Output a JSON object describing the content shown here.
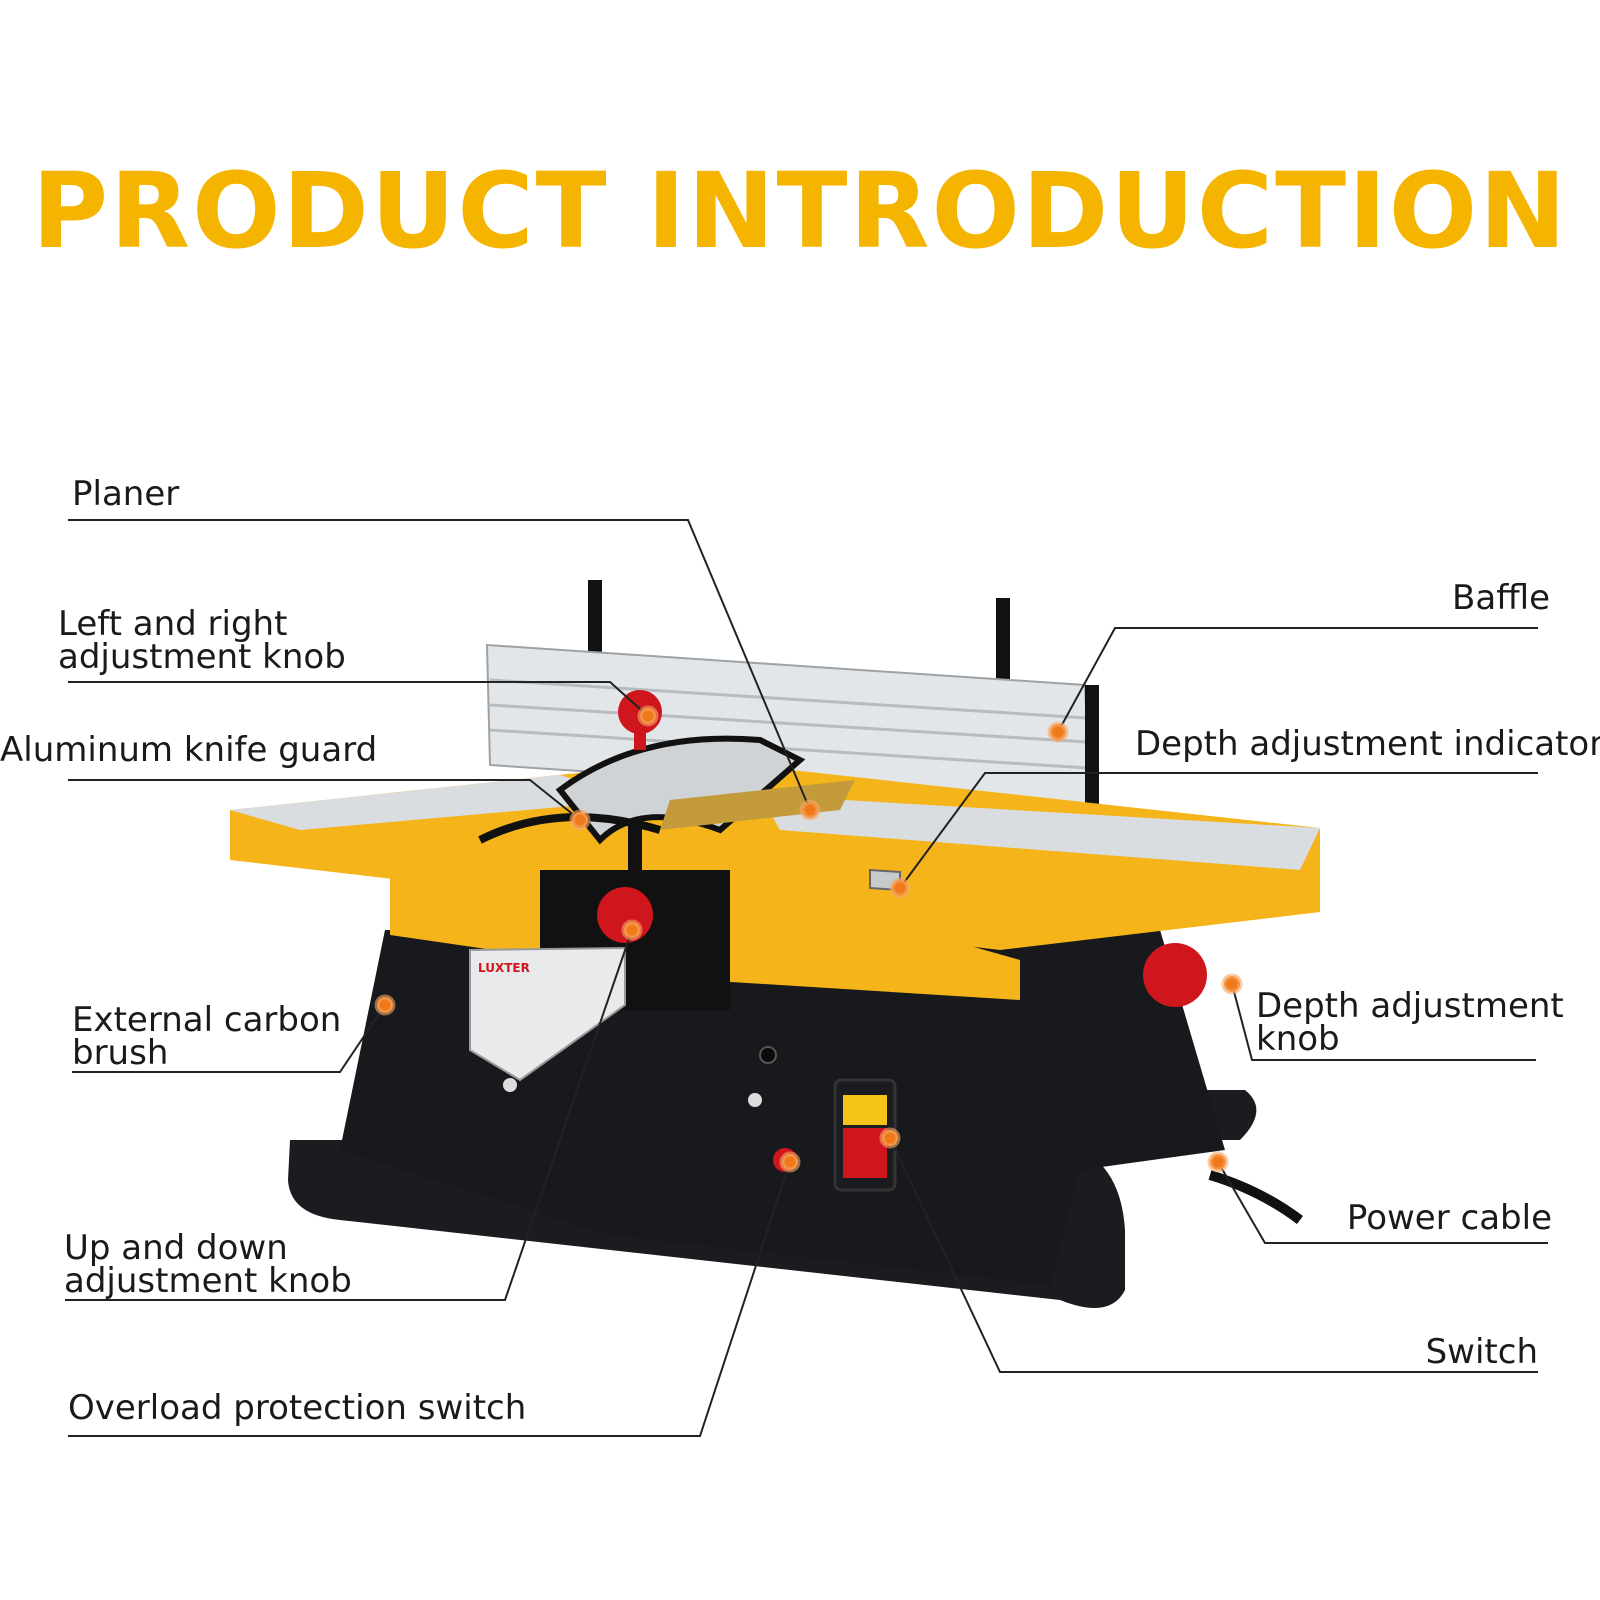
{
  "title": "PRODUCT INTRODUCTION",
  "colors": {
    "title": "#f5b400",
    "marker": "#f07a1a",
    "body_black": "#17191c",
    "body_yellow": "#f4b41a",
    "knob_red": "#d0161d",
    "table_silver": "#d9dde0"
  },
  "brand": "LUXTER",
  "labels": {
    "planer": "Planer",
    "left_right_knob": [
      "Left and right",
      "adjustment knob"
    ],
    "knife_guard": "Aluminum knife guard",
    "carbon_brush": [
      "External carbon",
      "brush"
    ],
    "up_down_knob": [
      "Up and down",
      "adjustment knob"
    ],
    "overload_switch": "Overload protection switch",
    "baffle": "Baffle",
    "depth_indicator": "Depth adjustment indicator",
    "depth_knob": [
      "Depth adjustment",
      "knob"
    ],
    "power_cable": "Power cable",
    "switch": "Switch"
  }
}
